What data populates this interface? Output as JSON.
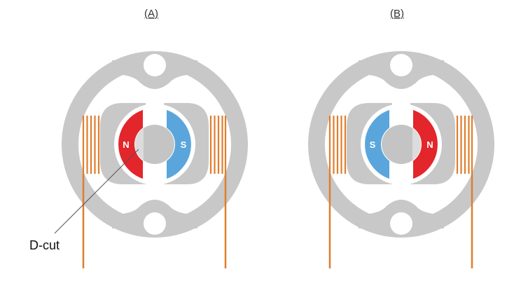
{
  "panels": [
    {
      "label": "(A)",
      "left_magnet": {
        "label": "N",
        "pole": "north"
      },
      "right_magnet": {
        "label": "S",
        "pole": "south"
      },
      "dcut_side": "left"
    },
    {
      "label": "(B)",
      "left_magnet": {
        "label": "S",
        "pole": "south"
      },
      "right_magnet": {
        "label": "N",
        "pole": "north"
      },
      "dcut_side": "right"
    }
  ],
  "annotation": {
    "label": "D-cut"
  },
  "colors": {
    "stator": "#c8c8c8",
    "rotor": "#c4c4c4",
    "dcut": "#dcdcdc",
    "north": "#e3262b",
    "south": "#5aa6dc",
    "coil": "#e07d2c",
    "leader": "#555555"
  }
}
